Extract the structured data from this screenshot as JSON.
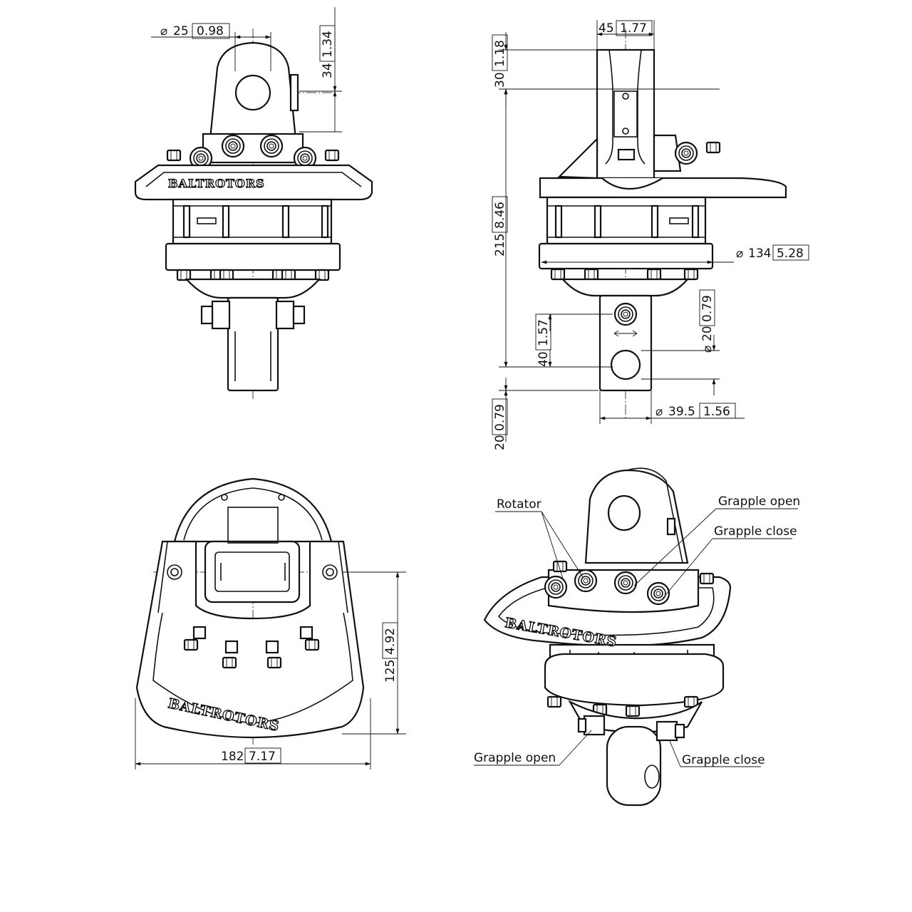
{
  "dimensions": {
    "pin_diameter": {
      "symbol": "⌀",
      "metric": "25",
      "imperial": "0.98"
    },
    "pin_height": {
      "metric": "34",
      "imperial": "1.34"
    },
    "ear_width": {
      "metric": "45",
      "imperial": "1.77"
    },
    "ear_top": {
      "metric": "30",
      "imperial": "1.18"
    },
    "overall_height": {
      "metric": "215",
      "imperial": "8.46"
    },
    "housing_diameter": {
      "symbol": "⌀",
      "metric": "134",
      "imperial": "5.28"
    },
    "shaft_hole_diameter": {
      "symbol": "⌀",
      "metric": "20",
      "imperial": "0.79"
    },
    "shaft_hole_height": {
      "metric": "40",
      "imperial": "1.57"
    },
    "shaft_diameter": {
      "symbol": "⌀",
      "metric": "39.5",
      "imperial": "1.56"
    },
    "shaft_bottom": {
      "metric": "20",
      "imperial": "0.79"
    },
    "top_view_depth": {
      "metric": "125",
      "imperial": "4.92"
    },
    "top_view_width": {
      "metric": "182",
      "imperial": "7.17"
    }
  },
  "brand": "BALTROTORS",
  "labels": {
    "rotator": "Rotator",
    "grapple_open_top": "Grapple open",
    "grapple_close_top": "Grapple close",
    "grapple_open_bottom": "Grapple open",
    "grapple_close_bottom": "Grapple close"
  }
}
